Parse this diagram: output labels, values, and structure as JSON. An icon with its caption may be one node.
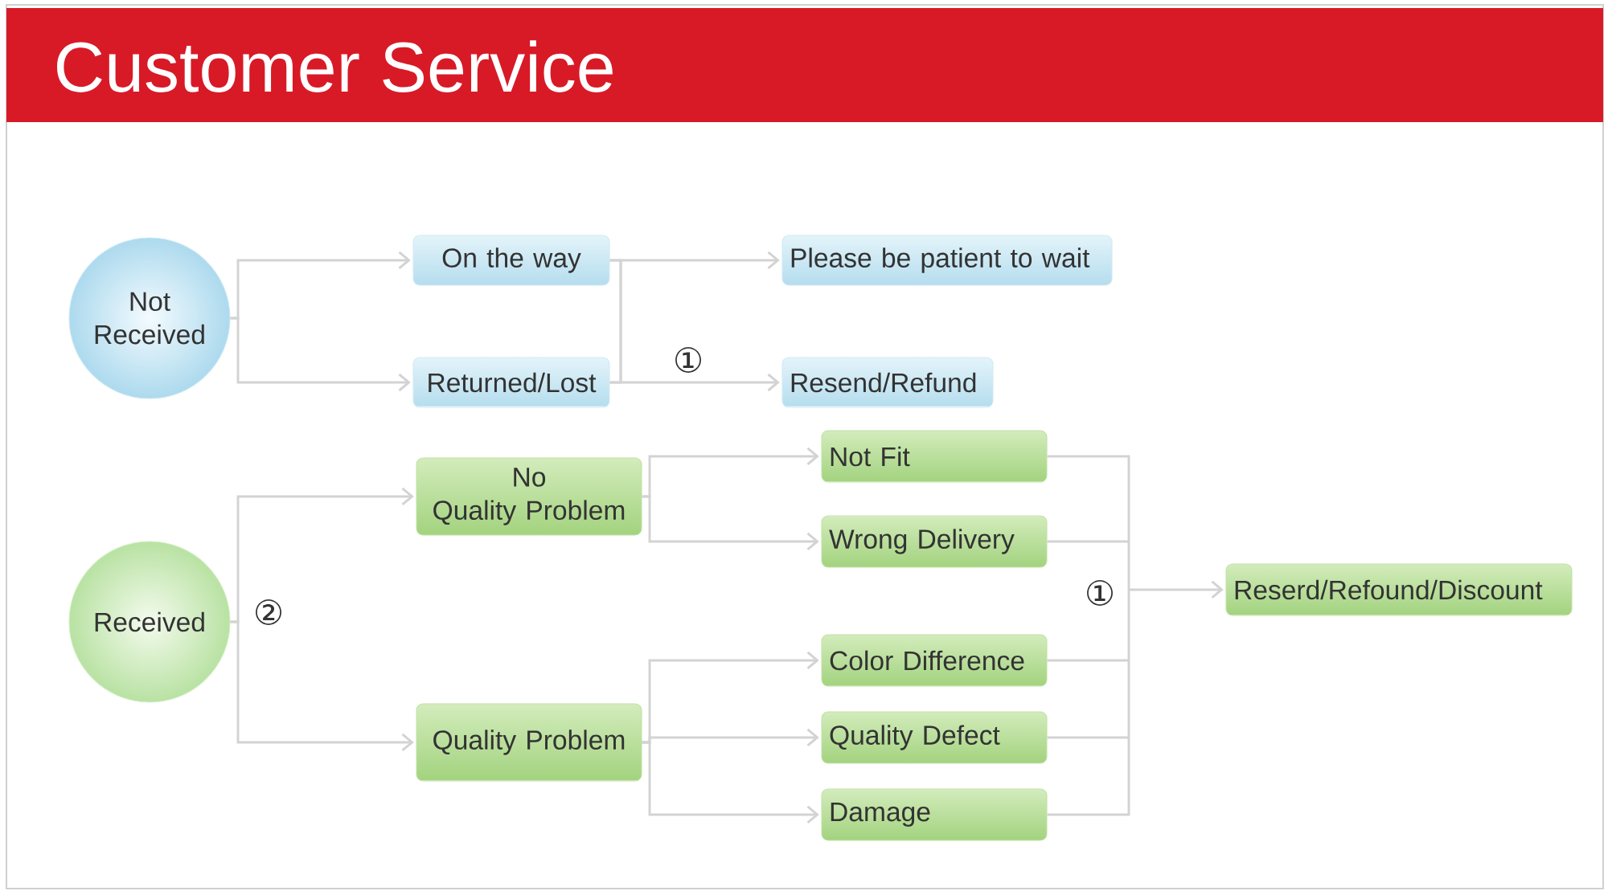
{
  "diagram": {
    "title": "Customer Service",
    "nodes": [
      {
        "text": [
          "Not Received"
        ]
      },
      {
        "text": [
          "On the way"
        ]
      },
      {
        "text": [
          "Returned/Lost"
        ]
      },
      {
        "text": [
          "Please be patient to wait"
        ]
      },
      {
        "text": [
          "Resend/Refund"
        ]
      },
      {
        "text": [
          "Received"
        ]
      },
      {
        "text": [
          "No Quality Problem"
        ]
      },
      {
        "text": [
          "Quality Problem"
        ]
      },
      {
        "text": [
          "Not Fit"
        ]
      },
      {
        "text": [
          "Wrong Delivery"
        ]
      },
      {
        "text": [
          "Color Difference"
        ]
      },
      {
        "text": [
          "Quality Defect"
        ]
      },
      {
        "text": [
          "Damage"
        ]
      },
      {
        "text": [
          "Reserd/Refound/Discount"
        ]
      }
    ],
    "edges": [
      {
        "from": 0,
        "to": 1,
        "arrow": "to"
      },
      {
        "from": 0,
        "to": 2,
        "arrow": "to"
      },
      {
        "from": 1,
        "to": 3,
        "arrow": "to"
      },
      {
        "from": 1,
        "to": 4,
        "arrow": "to"
      },
      {
        "from": 2,
        "to": 3,
        "arrow": "to"
      },
      {
        "from": 2,
        "to": 4,
        "arrow": "to"
      },
      {
        "from": 5,
        "to": 6,
        "arrow": "to"
      },
      {
        "from": 5,
        "to": 7,
        "arrow": "to"
      },
      {
        "from": 6,
        "to": 8,
        "arrow": "to"
      },
      {
        "from": 6,
        "to": 9,
        "arrow": "to"
      },
      {
        "from": 7,
        "to": 10,
        "arrow": "to"
      },
      {
        "from": 7,
        "to": 11,
        "arrow": "to"
      },
      {
        "from": 7,
        "to": 12,
        "arrow": "to"
      },
      {
        "from": 8,
        "to": 13,
        "arrow": "to"
      },
      {
        "from": 9,
        "to": 13,
        "arrow": "to"
      },
      {
        "from": 10,
        "to": 13,
        "arrow": "to"
      },
      {
        "from": 11,
        "to": 13,
        "arrow": "to"
      },
      {
        "from": 12,
        "to": 13,
        "arrow": "to"
      }
    ],
    "labels": [
      "①",
      "②",
      "①"
    ]
  }
}
